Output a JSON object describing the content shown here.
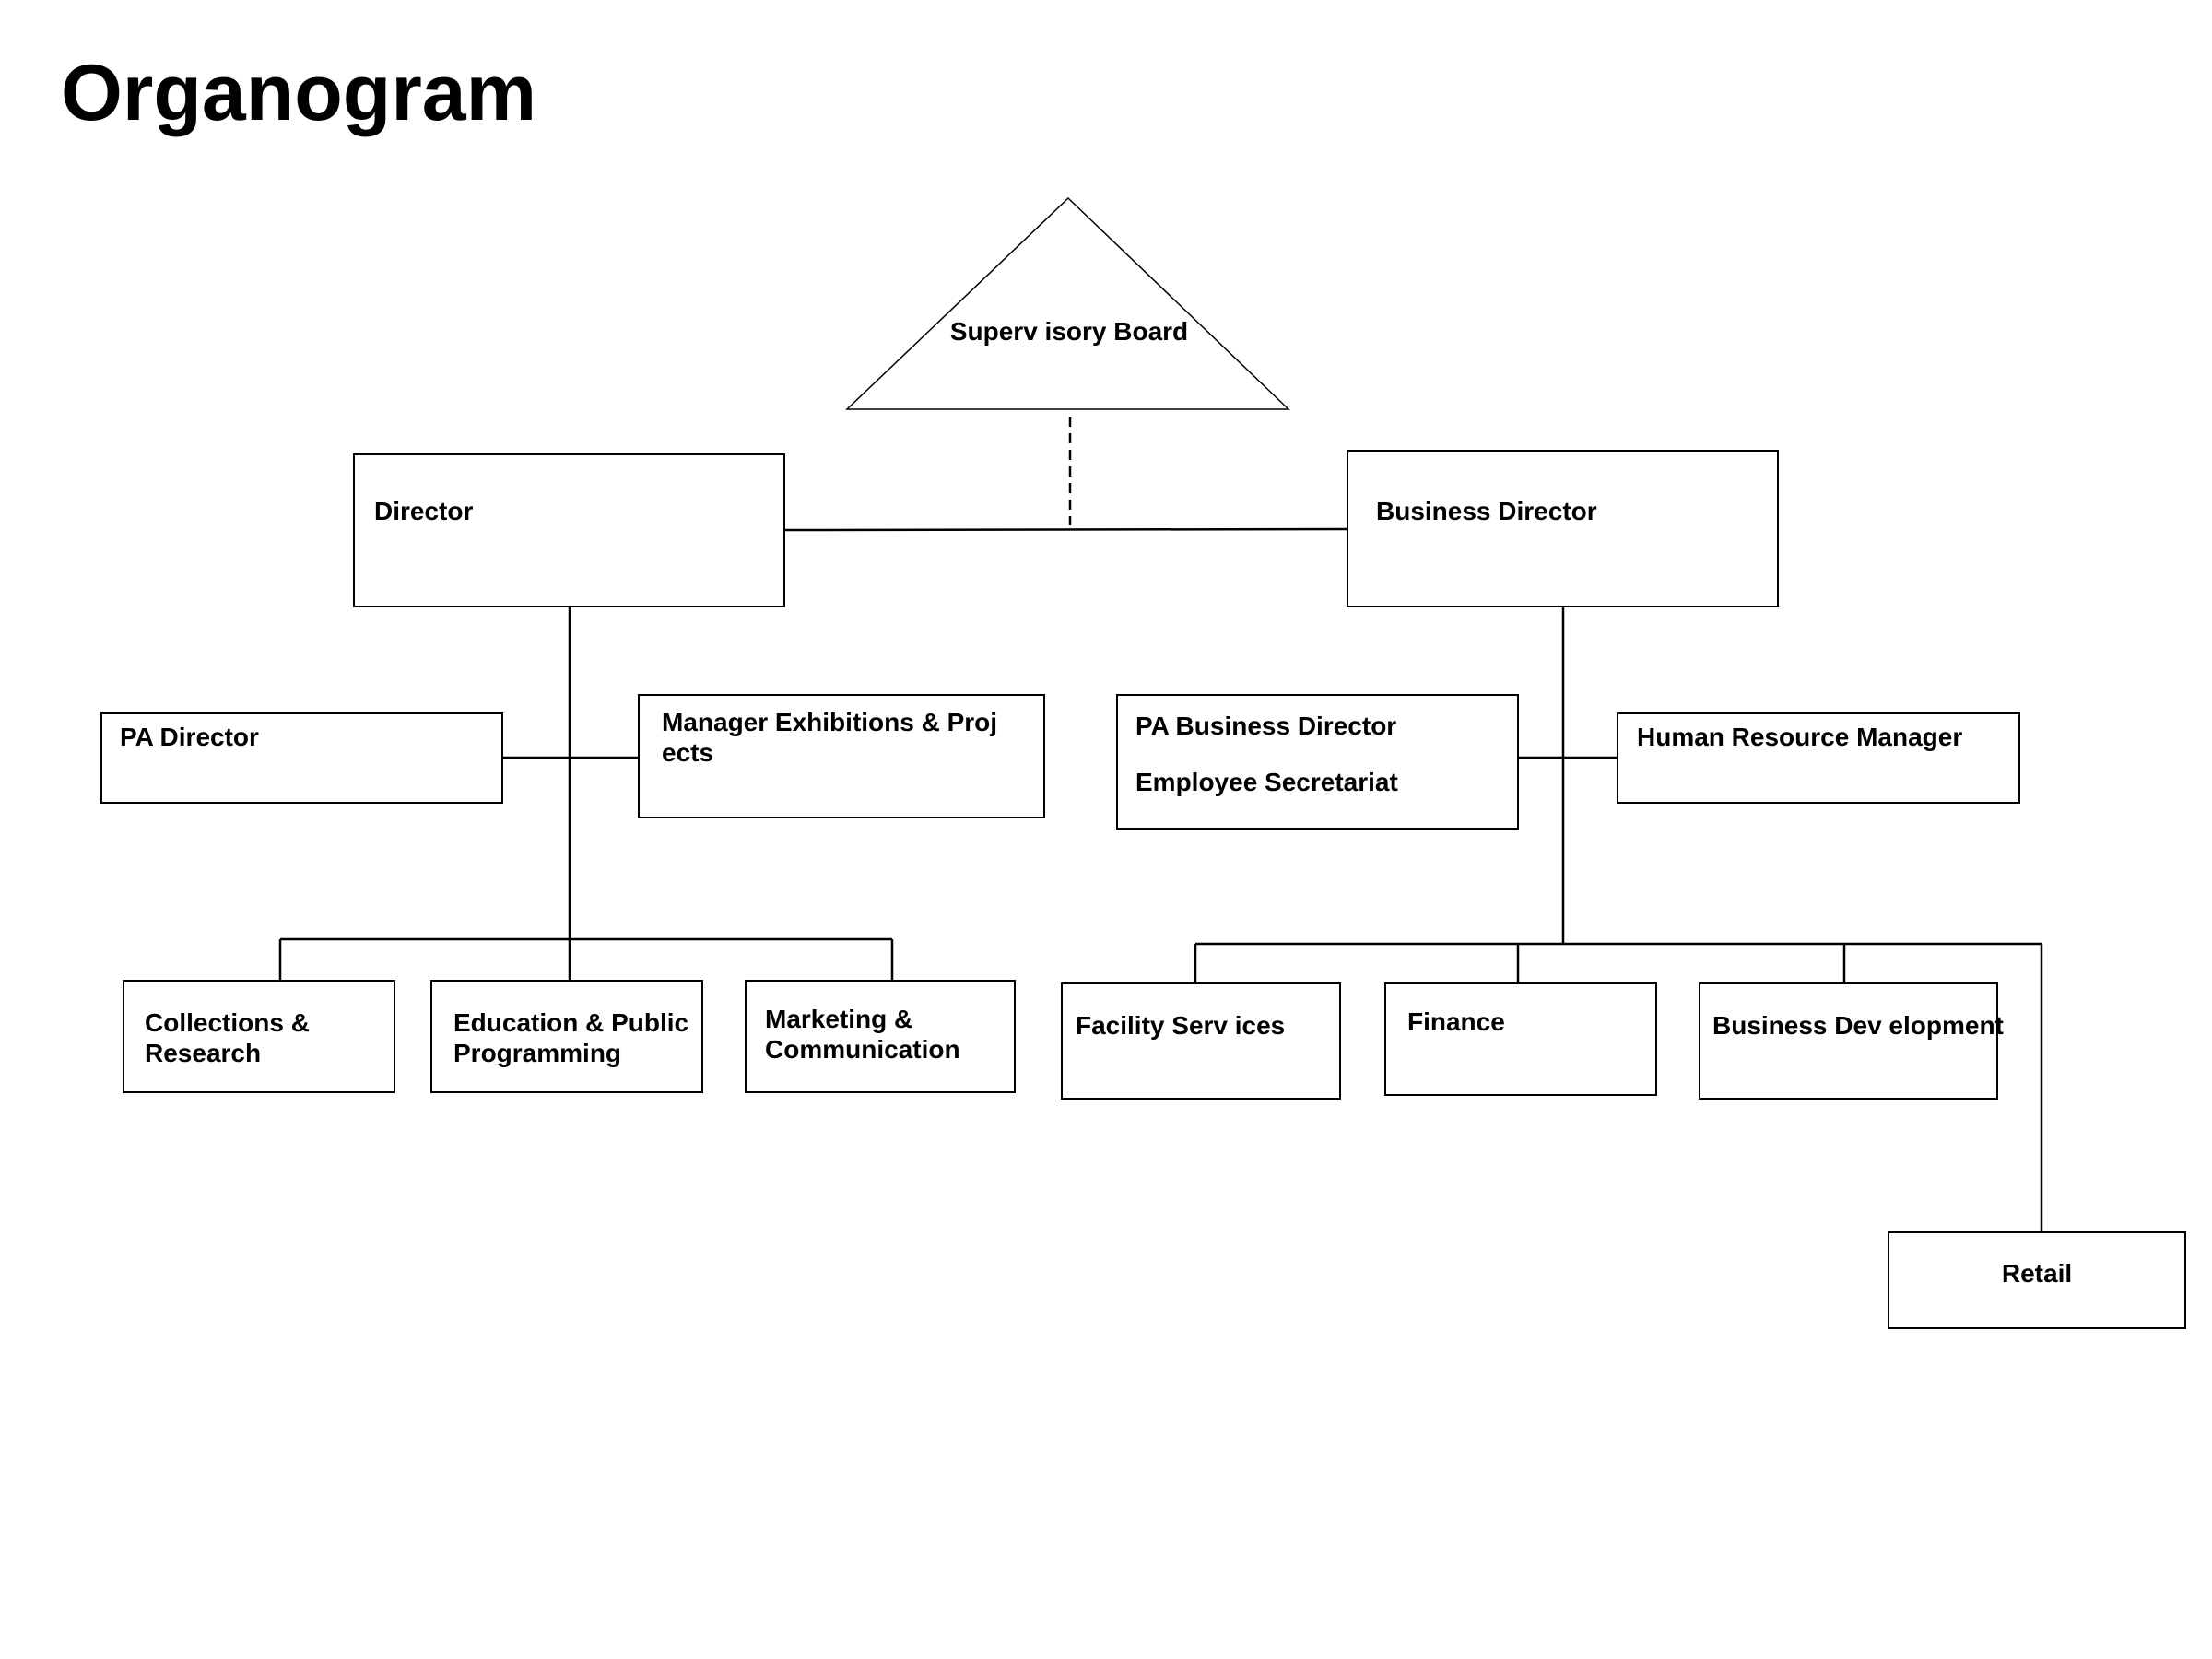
{
  "page": {
    "title": "Organogram"
  },
  "board": {
    "label": "Superv isory Board"
  },
  "roles": {
    "director": "Director",
    "business_director": "Business Director",
    "pa_director": "PA Director",
    "manager_exhibitions": "Manager Exhibitions & Proj ects",
    "pa_business_director": "PA Business Director",
    "employee_secretariat": "Employee Secretariat",
    "hr_manager": "Human Resource Manager"
  },
  "departments": {
    "collections": "Collections & Research",
    "education": "Education & Public Programming",
    "marketing": "Marketing & Communication",
    "facility": "Facility Serv ices",
    "finance": "Finance",
    "business_development": "Business Dev elopment",
    "retail": "Retail"
  },
  "colors": {
    "line": "#000000",
    "background": "#ffffff",
    "text": "#000000"
  }
}
